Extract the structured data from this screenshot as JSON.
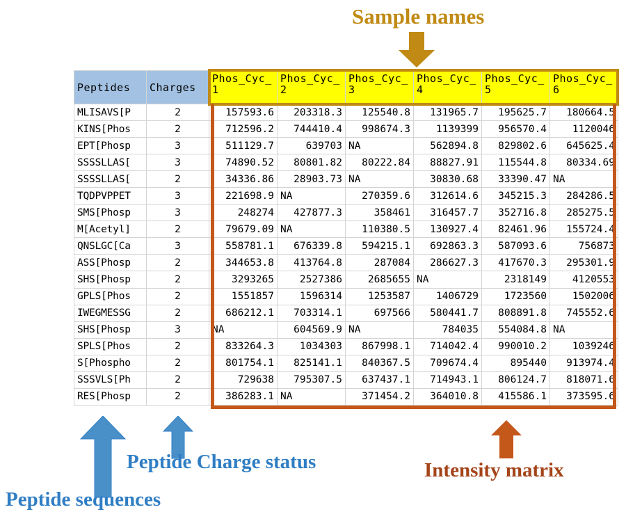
{
  "annotations": {
    "sample_names": {
      "text": "Sample names",
      "color": "#c08a14",
      "arrow": "down-arrow-icon"
    },
    "peptide_charge_status": {
      "text": "Peptide Charge status",
      "color": "#2f7ec4",
      "arrow": "up-arrow-icon"
    },
    "peptide_sequences": {
      "text": "Peptide sequences",
      "color": "#2f7ec4",
      "arrow": "up-arrow-icon"
    },
    "intensity_matrix": {
      "text": "Intensity matrix",
      "color": "#a4441a",
      "arrow": "up-arrow-icon"
    }
  },
  "highlight": {
    "header_fill": "#ffff00",
    "header_box_color": "#c08a14",
    "matrix_box_color": "#c4571a",
    "table_header_fill": "#a3c2e3"
  },
  "table": {
    "headers": [
      "Peptides",
      "Charges",
      "Phos_Cyc_1",
      "Phos_Cyc_2",
      "Phos_Cyc_3",
      "Phos_Cyc_4",
      "Phos_Cyc_5",
      "Phos_Cyc_6"
    ],
    "sample_headers": [
      "Phos_Cyc_1",
      "Phos_Cyc_2",
      "Phos_Cyc_3",
      "Phos_Cyc_4",
      "Phos_Cyc_5",
      "Phos_Cyc_6"
    ],
    "rows": [
      {
        "peptide": "MLISAVS[P",
        "charge": "2",
        "values": [
          "157593.6",
          "203318.3",
          "125540.8",
          "131965.7",
          "195625.7",
          "180664.5"
        ]
      },
      {
        "peptide": "KINS[Phos",
        "charge": "2",
        "values": [
          "712596.2",
          "744410.4",
          "998674.3",
          "1139399",
          "956570.4",
          "1120046"
        ]
      },
      {
        "peptide": "EPT[Phosp",
        "charge": "3",
        "values": [
          "511129.7",
          "639703",
          "NA",
          "562894.8",
          "829802.6",
          "645625.4"
        ]
      },
      {
        "peptide": "SSSSLLAS[",
        "charge": "3",
        "values": [
          "74890.52",
          "80801.82",
          "80222.84",
          "88827.91",
          "115544.8",
          "80334.69"
        ]
      },
      {
        "peptide": "SSSSLLAS[",
        "charge": "2",
        "values": [
          "34336.86",
          "28903.73",
          "NA",
          "30830.68",
          "33390.47",
          "NA"
        ]
      },
      {
        "peptide": "TQDPVPPET",
        "charge": "3",
        "values": [
          "221698.9",
          "NA",
          "270359.6",
          "312614.6",
          "345215.3",
          "284286.5"
        ]
      },
      {
        "peptide": "SMS[Phosp",
        "charge": "3",
        "values": [
          "248274",
          "427877.3",
          "358461",
          "316457.7",
          "352716.8",
          "285275.5"
        ]
      },
      {
        "peptide": "M[Acetyl]",
        "charge": "2",
        "values": [
          "79679.09",
          "NA",
          "110380.5",
          "130927.4",
          "82461.96",
          "155724.4"
        ]
      },
      {
        "peptide": "QNSLGC[Ca",
        "charge": "3",
        "values": [
          "558781.1",
          "676339.8",
          "594215.1",
          "692863.3",
          "587093.6",
          "756873"
        ]
      },
      {
        "peptide": "ASS[Phosp",
        "charge": "2",
        "values": [
          "344653.8",
          "413764.8",
          "287084",
          "286627.3",
          "417670.3",
          "295301.9"
        ]
      },
      {
        "peptide": "SHS[Phosp",
        "charge": "2",
        "values": [
          "3293265",
          "2527386",
          "2685655",
          "NA",
          "2318149",
          "4120553"
        ]
      },
      {
        "peptide": "GPLS[Phos",
        "charge": "2",
        "values": [
          "1551857",
          "1596314",
          "1253587",
          "1406729",
          "1723560",
          "1502006"
        ]
      },
      {
        "peptide": "IWEGMESSG",
        "charge": "2",
        "values": [
          "686212.1",
          "703314.1",
          "697566",
          "580441.7",
          "808891.8",
          "745552.6"
        ]
      },
      {
        "peptide": "SHS[Phosp",
        "charge": "3",
        "values": [
          "NA",
          "604569.9",
          "NA",
          "784035",
          "554084.8",
          "NA"
        ]
      },
      {
        "peptide": "SPLS[Phos",
        "charge": "2",
        "values": [
          "833264.3",
          "1034303",
          "867998.1",
          "714042.4",
          "990010.2",
          "1039246"
        ]
      },
      {
        "peptide": "S[Phospho",
        "charge": "2",
        "values": [
          "801754.1",
          "825141.1",
          "840367.5",
          "709674.4",
          "895440",
          "913974.4"
        ]
      },
      {
        "peptide": "SSSVLS[Ph",
        "charge": "2",
        "values": [
          "729638",
          "795307.5",
          "637437.1",
          "714943.1",
          "806124.7",
          "818071.6"
        ]
      },
      {
        "peptide": "RES[Phosp",
        "charge": "2",
        "values": [
          "386283.1",
          "NA",
          "371454.2",
          "364010.8",
          "415586.1",
          "373595.6"
        ]
      }
    ]
  }
}
